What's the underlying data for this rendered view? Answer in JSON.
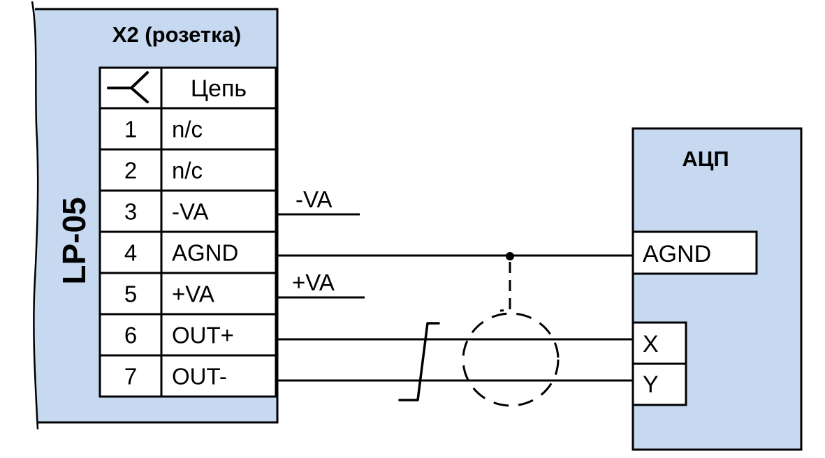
{
  "colors": {
    "block_fill": "#c6d9f0",
    "line": "#000000",
    "cell_fill": "#ffffff"
  },
  "source_block": {
    "name": "LP-05",
    "connector_title": "X2 (розетка)",
    "table": {
      "header_pin_icon": "socket-contact-icon",
      "header_circuit": "Цепь",
      "rows": [
        {
          "pin": "1",
          "circuit": "n/c"
        },
        {
          "pin": "2",
          "circuit": "n/c"
        },
        {
          "pin": "3",
          "circuit": "-VA"
        },
        {
          "pin": "4",
          "circuit": "AGND"
        },
        {
          "pin": "5",
          "circuit": "+VA"
        },
        {
          "pin": "6",
          "circuit": "OUT+"
        },
        {
          "pin": "7",
          "circuit": "OUT-"
        }
      ]
    }
  },
  "wires": {
    "minus_va_label": "-VA",
    "plus_va_label": "+VA"
  },
  "target_block": {
    "name": "АЦП",
    "ports": {
      "agnd": "AGND",
      "x": "X",
      "y": "Y"
    }
  }
}
